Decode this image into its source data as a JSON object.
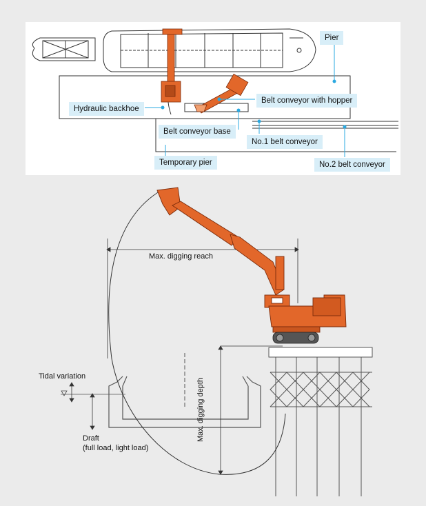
{
  "top": {
    "pier": "Pier",
    "hydraulic_backhoe": "Hydraulic backhoe",
    "belt_conveyor_with_hopper": "Belt conveyor with hopper",
    "belt_conveyor_base": "Belt conveyor base",
    "no1_belt_conveyor": "No.1 belt conveyor",
    "temporary_pier": "Temporary pier",
    "no2_belt_conveyor": "No.2 belt conveyor"
  },
  "bottom": {
    "max_digging_reach": "Max. digging reach",
    "max_digging_depth": "Max. digging depth",
    "tidal_variation": "Tidal variation",
    "draft": "Draft",
    "draft_note": "(full load, light load)"
  },
  "colors": {
    "background": "#ebebeb",
    "panel": "#ffffff",
    "callout_fill": "#d8eef8",
    "callout_line": "#2aa8e0",
    "machine_orange": "#e2672a",
    "line": "#333333"
  }
}
